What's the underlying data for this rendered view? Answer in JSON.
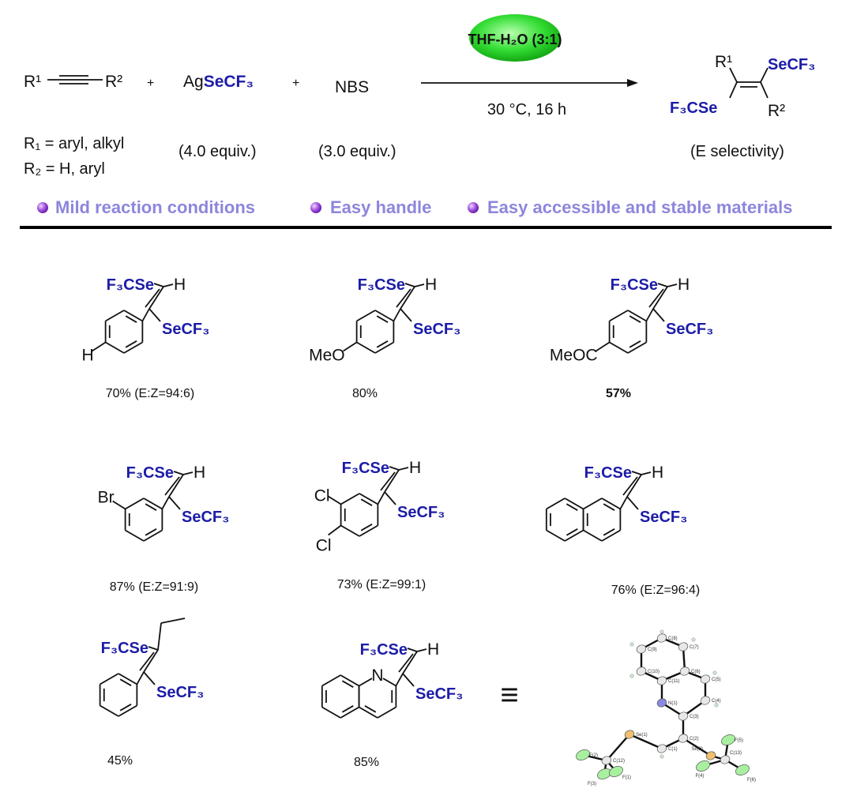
{
  "reaction": {
    "reactant_alkyne": {
      "r1": "R¹",
      "r2": "R²"
    },
    "reagent_ag_prefix": "Ag",
    "reagent_ag_secf3": "SeCF₃",
    "plus": "+",
    "reagent_nbs": "NBS",
    "solvent": "THF-H₂O (3:1)",
    "conditions": "30 °C, 16 h",
    "r1_def": "R₁ = aryl, alkyl",
    "r2_def": "R₂ = H, aryl",
    "ag_equiv": "(4.0 equiv.)",
    "nbs_equiv": "(3.0 equiv.)",
    "product": {
      "r1": "R¹",
      "r2": "R²",
      "secf3": "SeCF₃",
      "f3cse": "F₃CSe"
    },
    "selectivity": "(E selectivity)"
  },
  "features": [
    "Mild reaction conditions",
    "Easy handle",
    "Easy accessible and stable materials"
  ],
  "colors": {
    "accent_blue": "#1c1ca8",
    "feature_purple": "#8d86dc",
    "solvent_green": "#33dd33"
  },
  "compounds": [
    {
      "substituent": "H",
      "yield": "70% (E:Z=94:6)",
      "bold": false
    },
    {
      "substituent": "MeO",
      "yield": "80%",
      "bold": false
    },
    {
      "substituent": "MeOC",
      "yield": "57%",
      "bold": true
    },
    {
      "substituent": "Br",
      "yield": "87% (E:Z=91:9)",
      "bold": false
    },
    {
      "substituent": "Cl",
      "substituent2": "Cl",
      "yield": "73% (E:Z=99:1)",
      "bold": false
    },
    {
      "substituent": "",
      "yield": "76% (E:Z=96:4)",
      "bold": false
    },
    {
      "substituent": "",
      "yield": "45%",
      "bold": false
    },
    {
      "substituent": "N",
      "yield": "85%",
      "bold": false
    }
  ],
  "labels": {
    "f3cse": "F₃CSe",
    "secf3": "SeCF₃",
    "h": "H"
  },
  "equivalent_sign": "≡",
  "crystal_atoms": [
    "C(8)",
    "C(7)",
    "C(9)",
    "C(10)",
    "C(6)",
    "C(11)",
    "C(5)",
    "C(4)",
    "N(1)",
    "C(3)",
    "C(2)",
    "C(1)",
    "Se(1)",
    "C(12)",
    "F(2)",
    "F(3)",
    "F(1)",
    "Se(2)",
    "C(13)",
    "F(5)",
    "F(4)",
    "F(6)"
  ]
}
